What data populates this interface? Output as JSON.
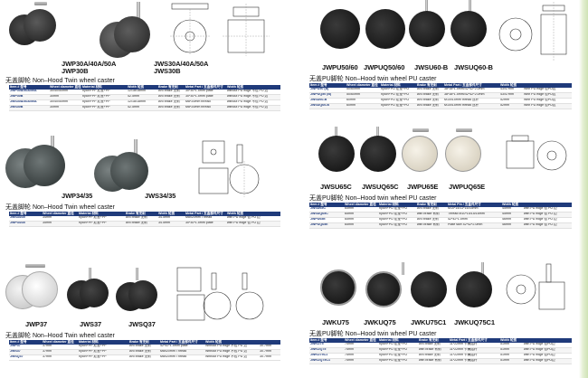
{
  "colors": {
    "header_bg": "#1f3a7a",
    "header_text": "#ffffff",
    "accent": "#1f3a7a"
  },
  "icons": [
    "caster-wheel-photo",
    "technical-drawing"
  ],
  "sections": {
    "l1": {
      "models": [
        "JWP30A/40A/50A",
        "JWP30B",
        "JWS30A/40A/50A",
        "JWS30B"
      ],
      "subtitle": "无盖脚轮 Non–Hood Twin wheel caster",
      "headers": [
        "Item # 型号",
        "Wheel diameter 直径",
        "Material 材料",
        "Width 轮宽",
        "Brake 有无刹",
        "Metal Part / 五金部件尺寸",
        "Width 轮宽"
      ],
      "rows": [
        [
          "JWP30A/40A/50A",
          "30/40/50mm",
          "nylon+PP 尼龙+PP",
          "12/18/18mm",
          "w/o brake 无刹",
          "30*30*1.5mm plate",
          "without PU edge 不包 PU 边"
        ],
        [
          "JWP30B",
          "30mm",
          "nylon+PP 尼龙+PP",
          "42.5mm",
          "w/o brake 无刹",
          "30*30*1.5mm plate",
          "without PU edge 不包 PU 边"
        ],
        [
          "JWS30A/40A/50A",
          "30/40/50mm",
          "nylon+PP 尼龙+PP",
          "12/18/18mm",
          "w/o brake 无刹",
          "M8*20mm thread",
          "without PU edge 不包 PU 边"
        ],
        [
          "JWS30B",
          "30mm",
          "nylon+PP 尼龙+PP",
          "42.5mm",
          "w/o brake 无刹",
          "M8*20mm thread",
          "without PU edge 不包 PU 边"
        ]
      ]
    },
    "l2": {
      "models": [
        "JWP34/35",
        "JWS34/35"
      ],
      "subtitle": "无盖脚轮 Non–Hood Twin wheel caster",
      "headers": [
        "Item # 型号",
        "Wheel diameter 直径",
        "Material 材料",
        "Brake 有无刹",
        "Width 轮宽",
        "Metal Part / 五金部件尺寸",
        "Width 轮宽"
      ],
      "rows": [
        [
          "JWS34/35",
          "34mm",
          "nylon+PP 尼龙+PP",
          "w/o brake 无刹",
          "34.5mm",
          "M8x20mm Thread",
          "with PU edge 包 PU 边"
        ],
        [
          "JWP34/35",
          "35mm",
          "nylon+PP 尼龙+PP",
          "w/o brake 无刹",
          "34.5mm",
          "30*30*1.5mm plate",
          "with PU edge 包 PU 边"
        ]
      ]
    },
    "l3": {
      "models": [
        "JWP37",
        "JWS37",
        "JWSQ37"
      ],
      "subtitle": "无盖脚轮 Non–Hood Twin wheel caster",
      "headers": [
        "Item # 型号",
        "Wheel diameter 直径",
        "Material 材料",
        "Brake 有无刹",
        "Metal Part / 五金部件尺寸",
        "Width 轮宽"
      ],
      "rows": [
        [
          "JWP37",
          "37mm",
          "nylon+PP 尼龙+PP",
          "w/o brake 无刹",
          "42*42*1.5mm plate",
          "Without PU edge 不包 PU 边",
          "30.7mm"
        ],
        [
          "JWS37",
          "37mm",
          "nylon+PP 尼龙+PP",
          "w/o brake 无刹",
          "M8x20mm Thread",
          "Without PU edge 不包 PU 边",
          "30.7mm"
        ],
        [
          "JWSQ37",
          "37mm",
          "nylon+PP 尼龙+PP",
          "w/o brake 无刹",
          "M8x20mm Thread",
          "Without PU edge 不包 PU 边",
          "30.7mm"
        ]
      ]
    },
    "r1": {
      "models": [
        "JWPU50/60",
        "JWPUQ50/60",
        "JWSU60-B",
        "JWSUQ60-B"
      ],
      "subtitle": "无盖PU脚轮 Non–Hood twin wheel PU caster",
      "headers": [
        "Item # 型号",
        "Wheel diameter 直径",
        "Material 材料",
        "Brake 有无刹",
        "Metal Part / 五金部件尺寸",
        "Width 轮宽",
        ""
      ],
      "rows": [
        [
          "JWPU50 (B)",
          "50/60mm",
          "nylon+PU 尼龙+PU",
          "w/o brake 无刹",
          "38*38*1.5mm/42*42*2.0mm",
          "43/47mm",
          "With PU edge 包PU边"
        ],
        [
          "JWPUQ50 (B)",
          "50/60mm",
          "nylon+PU 尼龙+PU",
          "w/o brake 无刹",
          "38*38*1.5mm/42*42*2.0mm",
          "43/47mm",
          "With PU edge 包PU边"
        ],
        [
          "JWSU60-B",
          "60mm",
          "nylon+PU 尼龙+PU",
          "w/o brake 无刹",
          "M10x15mm thread 丝杆",
          "52mm",
          "With PU edge 包PU边"
        ],
        [
          "JWSUQ60-B",
          "60mm",
          "nylon+PU 尼龙+PU",
          "w/o brake 无刹",
          "M10x15mm thread 丝杆",
          "52mm",
          "With PU edge 包PU边"
        ]
      ]
    },
    "r2": {
      "models": [
        "JWSU65C",
        "JWSUQ65C",
        "JWPU65E",
        "JWPUQ65E"
      ],
      "subtitle": "无盖PU脚轮 Non–Hood twin wheel PU caster",
      "headers": [
        "Item # 型号",
        "Wheel diameter 直径",
        "Material 材料",
        "Brake 有无刹",
        "Metal Pin / 五金件尺寸",
        "Width 轮宽",
        ""
      ],
      "rows": [
        [
          "JWSU65C",
          "65mm",
          "nylon+PU 尼龙+PU",
          "w/o brake 无刹",
          "M10*15/11*15/15mm",
          "45mm",
          "with PU edge 包 PU 边"
        ],
        [
          "JWSUQ65C",
          "65mm",
          "nylon+PU 尼龙+PU",
          "with brake 有刹",
          "Thread M10*15/15/16mm",
          "45mm",
          "with PU edge 包 PU 边"
        ],
        [
          "JWPU65E",
          "65mm",
          "nylon+PU 尼龙+PU",
          "w/o brake 无刹",
          "42*42*1.5mm",
          "46mm",
          "with PU edge 包 PU 边"
        ],
        [
          "JWPUQ65E",
          "65mm",
          "nylon+PU 尼龙+PU",
          "with brake 有刹",
          "Plate size 42*42*2.0mm",
          "46mm",
          "with PU edge 包 PU 边"
        ]
      ]
    },
    "r3": {
      "models": [
        "JWKU75",
        "JWKUQ75",
        "JWKU75C1",
        "JWKUQ75C1"
      ],
      "subtitle": "无盖PU脚轮 Non–Hood twin wheel PU caster",
      "headers": [
        "Item # 型号",
        "Wheel diameter 直径",
        "Material 材料",
        "Brake 有无刹",
        "Metal Part / 五金部件尺寸",
        "Width 轮宽",
        ""
      ],
      "rows": [
        [
          "JWKU75",
          "75mm",
          "nylon+PU 尼龙+PU",
          "w/o brake 无刹",
          "11*22mm 卡簧插杆",
          "51mm",
          "with PU edge 包PU边"
        ],
        [
          "JWKUQ75",
          "75mm",
          "nylon+PU 尼龙+PU",
          "with brake 有刹",
          "11*22mm 卡簧插杆",
          "51mm",
          "with PU edge 包PU边"
        ],
        [
          "JWKU75C1",
          "75mm",
          "nylon+PU 尼龙+PU",
          "w/o brake 无刹",
          "11*22mm 卡簧插杆",
          "51mm",
          "with PU edge 包PU边"
        ],
        [
          "JWKUQ75C1",
          "75mm",
          "nylon+PU 尼龙+PU",
          "with brake 有刹",
          "11*22mm 卡簧插杆",
          "51mm",
          "with PU edge 包PU边"
        ]
      ]
    }
  }
}
